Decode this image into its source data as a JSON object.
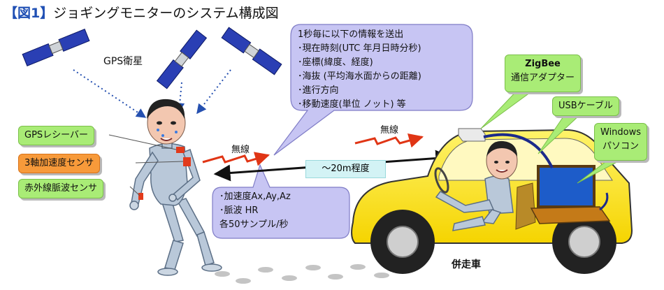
{
  "title": {
    "tag": "【図1】",
    "text": "ジョギングモニターのシステム構成図"
  },
  "gps_label": "GPS衛星",
  "runner_labels": {
    "gps_receiver": "GPSレシーバー",
    "accelerometer": "3軸加速度センサ",
    "pulse_sensor": "赤外線脈波センサ"
  },
  "info_callout": {
    "lines": [
      "1秒毎に以下の情報を送出",
      "･現在時刻(UTC 年月日時分秒)",
      "･座標(緯度、経度)",
      "･海抜 (平均海水面からの距離)",
      "･進行方向",
      "･移動速度(単位 ノット) 等"
    ]
  },
  "sensor_callout": {
    "lines": [
      "･加速度Ax,Ay,Az",
      "･脈波 HR",
      "各50サンプル/秒"
    ]
  },
  "wireless_left": "無線",
  "wireless_right": "無線",
  "distance": "～20m程度",
  "car_labels": {
    "zigbee": [
      "ZigBee",
      "通信アダプター"
    ],
    "usb": "USBケーブル",
    "windows": [
      "Windows",
      "パソコン"
    ],
    "car": "併走車"
  },
  "colors": {
    "accent_blue": "#1f4fb4",
    "callout_fill": "#c7c5f3",
    "green_label": "#a9ec76",
    "orange_label": "#f79a3a",
    "car_yellow": "#ffeb00",
    "lightning": "#e03515",
    "distance_box": "#d3f3f5"
  }
}
